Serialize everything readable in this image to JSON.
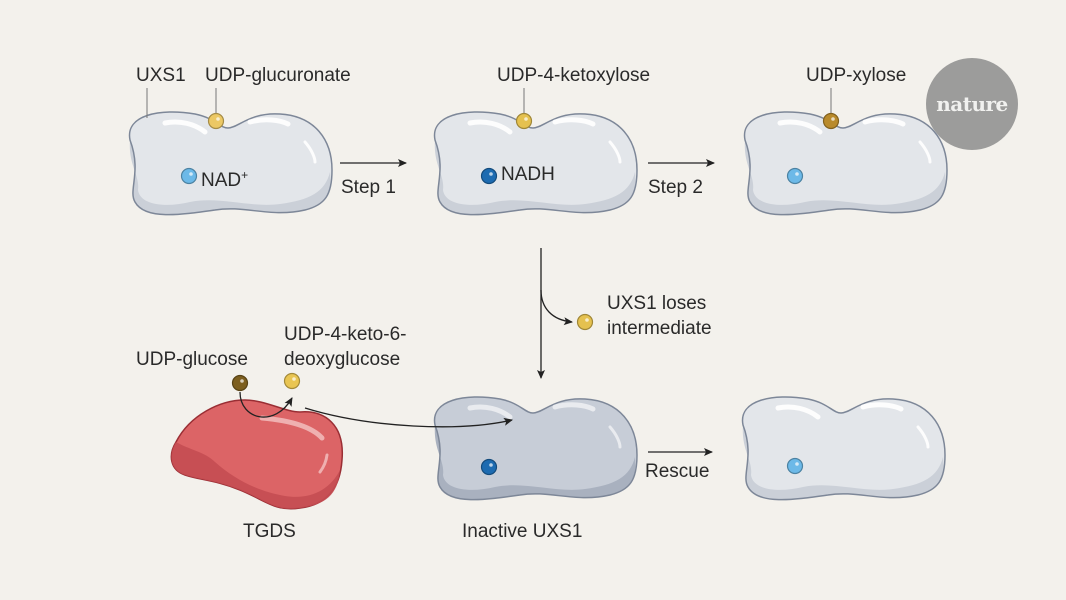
{
  "colors": {
    "background": "#f3f1ec",
    "enzyme_fill": "#e3e6ea",
    "enzyme_shade": "#cbd0d8",
    "enzyme_stroke": "#7d8798",
    "inactive_fill": "#c7cdd7",
    "inactive_shade": "#a9b1bf",
    "tgds_fill": "#dc6466",
    "tgds_shade": "#c44c52",
    "tgds_stroke": "#9a2e34",
    "nad_plus": "#6cb9e8",
    "nadh": "#1d6bb1",
    "udp_glucuronate": "#ecc864",
    "udp_4_ketoxylose": "#e5c14f",
    "udp_xylose": "#b98a2b",
    "udp_glucose": "#7d5f1f",
    "udp_4_keto_6_deoxyglucose": "#e9c552",
    "arrow": "#222222"
  },
  "logo": {
    "text": "nature"
  },
  "top_row": {
    "enzyme_label": "UXS1",
    "state1": {
      "substrate": "UDP-glucuronate",
      "cofactor": "NAD",
      "cofactor_charge": "+"
    },
    "step1": "Step 1",
    "state2": {
      "substrate": "UDP-4-ketoxylose",
      "cofactor": "NADH"
    },
    "step2": "Step 2",
    "state3": {
      "substrate": "UDP-xylose"
    }
  },
  "branch": {
    "label_line1": "UXS1 loses",
    "label_line2": "intermediate"
  },
  "bottom_row": {
    "udp_glucose": "UDP-glucose",
    "product_line1": "UDP-4-keto-6-",
    "product_line2": "deoxyglucose",
    "tgds": "TGDS",
    "inactive": "Inactive UXS1",
    "rescue": "Rescue"
  }
}
